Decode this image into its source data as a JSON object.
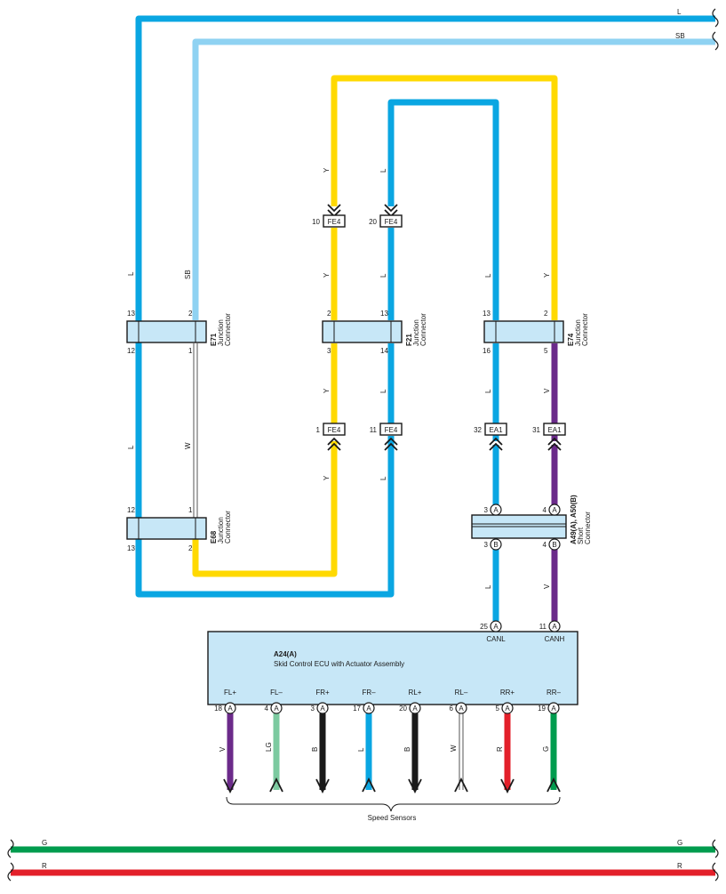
{
  "colors": {
    "L": "#0aa6e2",
    "SB": "#8fd2f2",
    "Y": "#ffd900",
    "V": "#6b2a8a",
    "B": "#1a1a1a",
    "LG": "#7ccaa0",
    "W": "#ffffff",
    "R": "#e3202a",
    "G": "#009c4e",
    "connector_fill": "#c7e7f7",
    "ecu_fill": "#c7e7f7"
  },
  "wires": {
    "top_L": "L",
    "top_SB": "SB",
    "bottom_G_left": "G",
    "bottom_G_right": "G",
    "bottom_R_left": "R",
    "bottom_R_right": "R",
    "e71_left_upper": "L",
    "e71_right_upper": "SB",
    "e71_left_lower": "L",
    "e71_right_lower": "W",
    "e68_right_lower": "Y",
    "fe4_y_top": "Y",
    "fe4_l_top": "L",
    "f21_y_mid": "Y",
    "f21_l_mid": "L",
    "f21_y_lower": "Y",
    "f21_l_lower": "L",
    "f21_y_bottom": "Y",
    "f21_l_bottom": "L",
    "e74_l_upper": "L",
    "e74_y_upper": "Y",
    "e74_l_lower": "L",
    "e74_v_lower": "V",
    "short_l_out": "L",
    "short_v_out": "V"
  },
  "connectors": {
    "e71": {
      "name": "E71",
      "desc1": "Junction",
      "desc2": "Connector",
      "pin_tl": "13",
      "pin_tr": "2",
      "pin_bl": "12",
      "pin_br": "1"
    },
    "e68": {
      "name": "E68",
      "desc1": "Junction",
      "desc2": "Connector",
      "pin_tl": "12",
      "pin_tr": "1",
      "pin_bl": "13",
      "pin_br": "2"
    },
    "f21": {
      "name": "F21",
      "desc1": "Junction",
      "desc2": "Connector",
      "pin_tl": "2",
      "pin_tr": "13",
      "pin_bl": "3",
      "pin_br": "14"
    },
    "e74": {
      "name": "E74",
      "desc1": "Junction",
      "desc2": "Connector",
      "pin_tl": "13",
      "pin_tr": "2",
      "pin_bl": "16",
      "pin_br": "5"
    },
    "short": {
      "name": "A49(A), A50(B)",
      "desc1": "Short",
      "desc2": "Connector",
      "pin_tl": "3",
      "pin_tr": "4",
      "pin_bl": "3",
      "pin_br": "4",
      "mark_top": "A",
      "mark_bottom": "B"
    }
  },
  "inline": {
    "fe4_a": {
      "pin": "10",
      "name": "FE4"
    },
    "fe4_b": {
      "pin": "20",
      "name": "FE4"
    },
    "fe4_c": {
      "pin": "1",
      "name": "FE4"
    },
    "fe4_d": {
      "pin": "11",
      "name": "FE4"
    },
    "ea1_a": {
      "pin": "32",
      "name": "EA1"
    },
    "ea1_b": {
      "pin": "31",
      "name": "EA1"
    }
  },
  "ecu": {
    "id": "A24(A)",
    "name": "Skid Control ECU with Actuator Assembly",
    "mark": "A",
    "top_pins": [
      {
        "pin": "25",
        "label": "CANL"
      },
      {
        "pin": "11",
        "label": "CANH"
      }
    ],
    "bottom_pins": [
      {
        "label": "FL+",
        "pin": "18",
        "wire": "V"
      },
      {
        "label": "FL–",
        "pin": "4",
        "wire": "LG"
      },
      {
        "label": "FR+",
        "pin": "3",
        "wire": "B"
      },
      {
        "label": "FR–",
        "pin": "17",
        "wire": "L"
      },
      {
        "label": "RL+",
        "pin": "20",
        "wire": "B"
      },
      {
        "label": "RL–",
        "pin": "6",
        "wire": "W"
      },
      {
        "label": "RR+",
        "pin": "5",
        "wire": "R"
      },
      {
        "label": "RR–",
        "pin": "19",
        "wire": "G"
      }
    ]
  },
  "speed_sensors_label": "Speed Sensors"
}
